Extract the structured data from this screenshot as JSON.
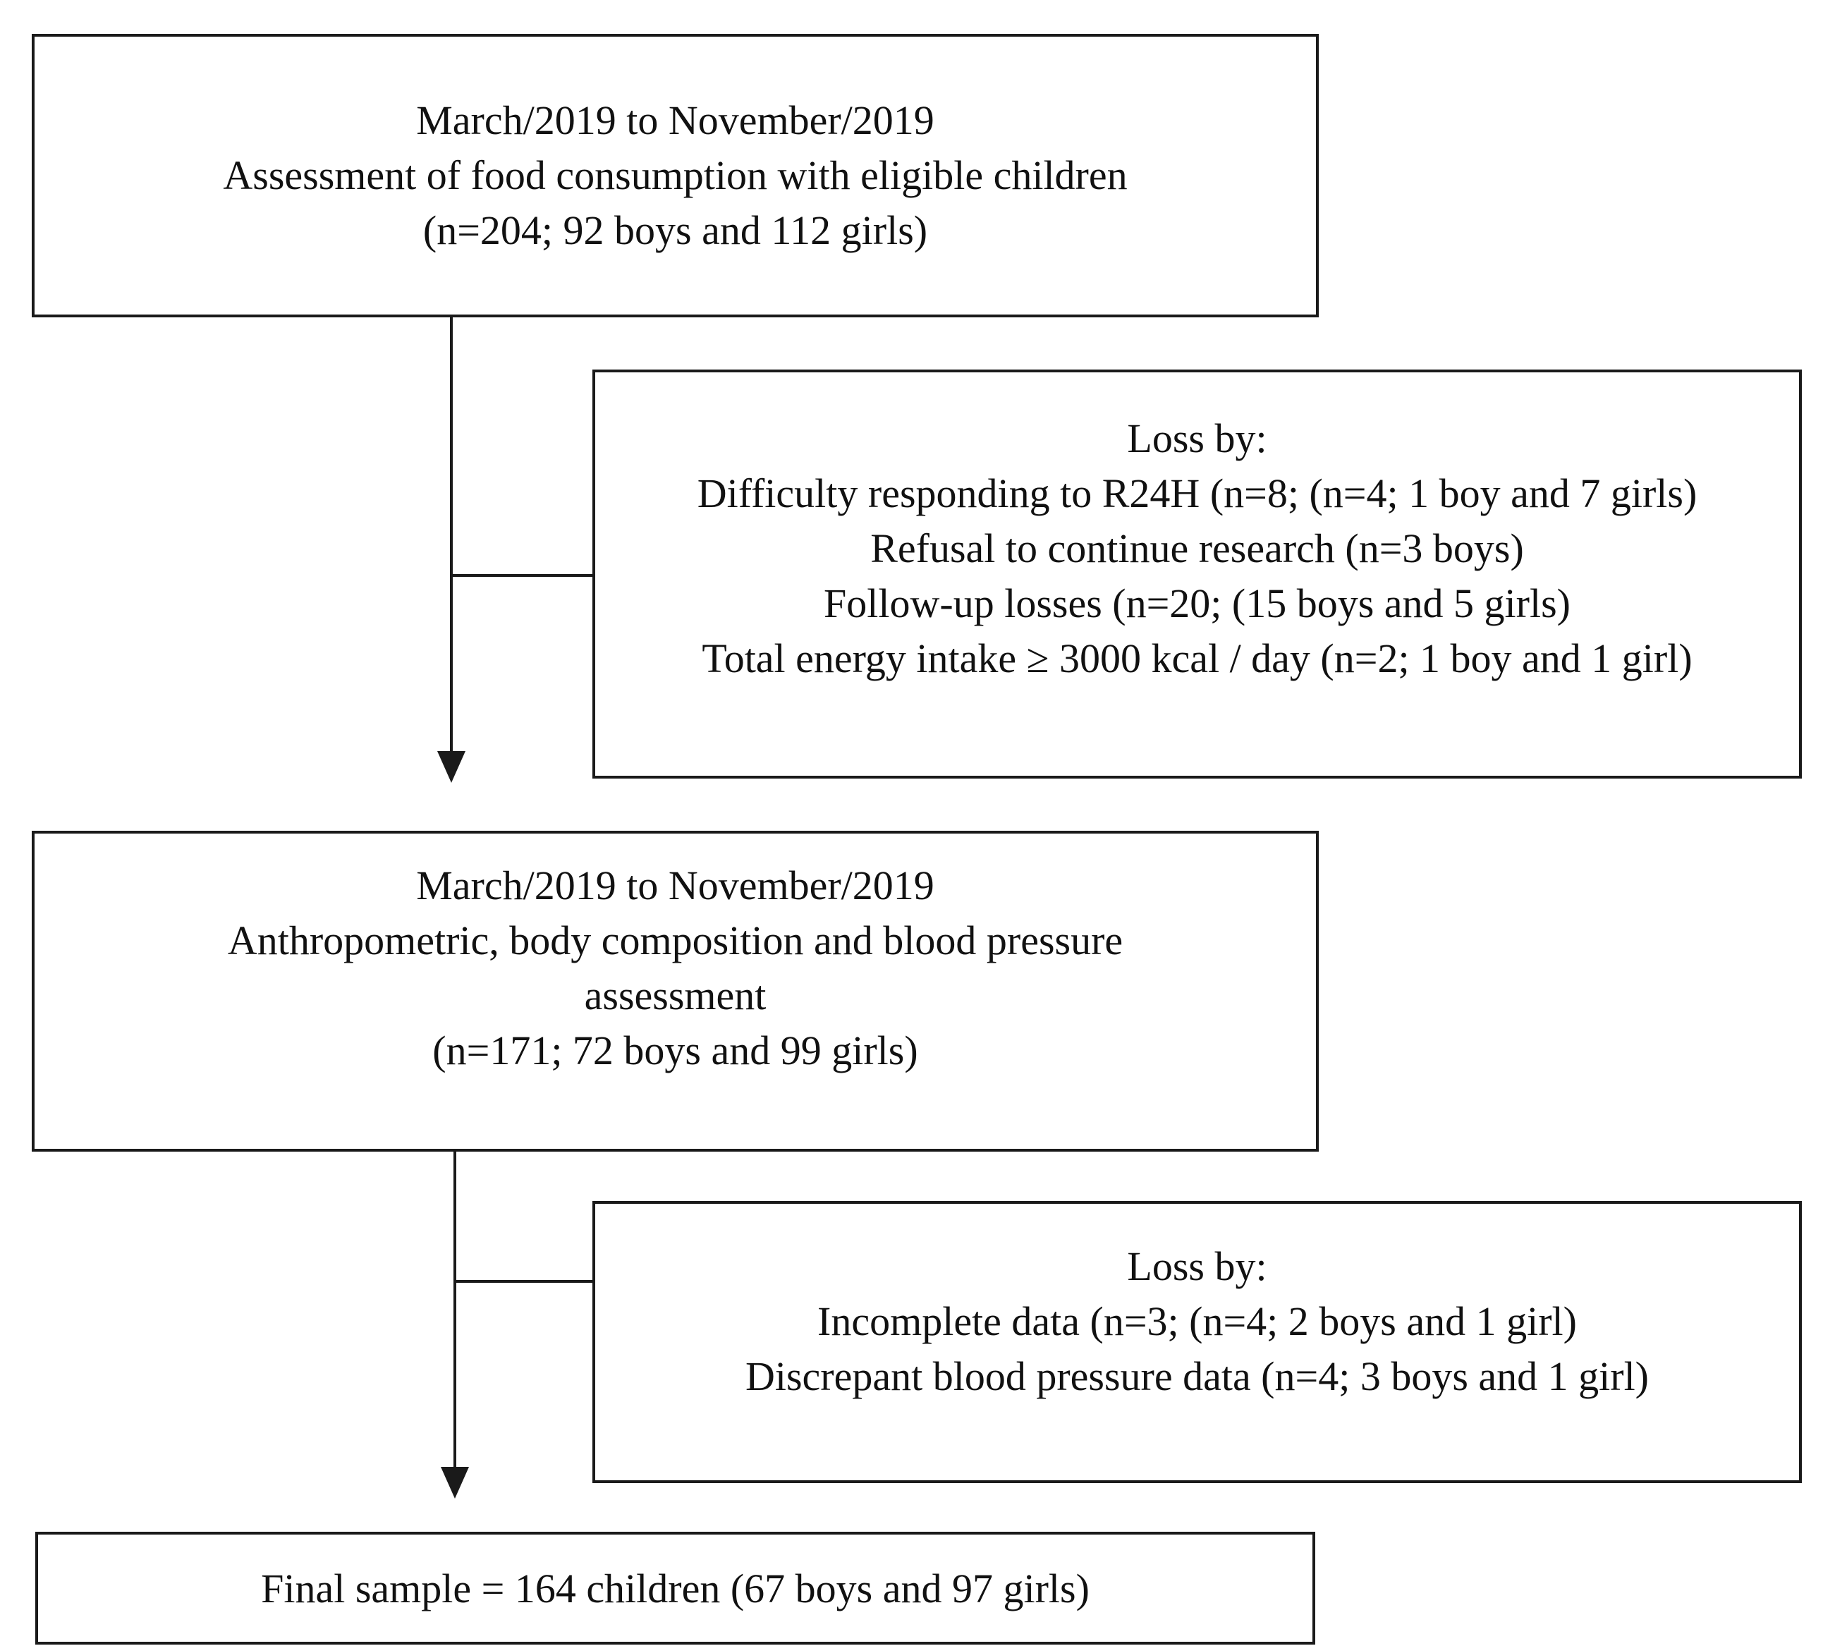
{
  "flowchart": {
    "stage1": {
      "period": "March/2019 to November/2019",
      "description": "Assessment of food consumption with eligible children",
      "count": "(n=204; 92 boys and 112 girls)"
    },
    "loss1": {
      "heading": "Loss by:",
      "reasons": [
        "Difficulty responding to R24H (n=8; (n=4; 1 boy and 7 girls)",
        "Refusal to continue research (n=3 boys)",
        "Follow-up losses (n=20; (15 boys and 5 girls)",
        "Total energy intake ≥ 3000 kcal / day (n=2; 1 boy and 1 girl)"
      ]
    },
    "stage2": {
      "period": "March/2019 to November/2019",
      "description_line1": "Anthropometric, body composition and blood pressure",
      "description_line2": "assessment",
      "count": "(n=171; 72 boys and 99 girls)"
    },
    "loss2": {
      "heading": "Loss by:",
      "reasons": [
        "Incomplete data (n=3; (n=4; 2 boys and 1 girl)",
        "Discrepant blood pressure data (n=4; 3 boys and 1 girl)"
      ]
    },
    "final": {
      "text": "Final sample = 164 children (67 boys and 97 girls)"
    }
  },
  "colors": {
    "stroke": "#1a1a1a",
    "background": "#ffffff",
    "text": "#111111"
  }
}
